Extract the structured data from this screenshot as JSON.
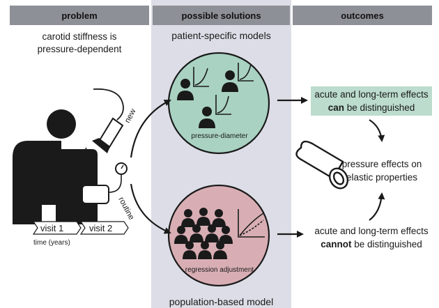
{
  "headers": {
    "problem": "problem",
    "solutions": "possible solutions",
    "outcomes": "outcomes"
  },
  "problem": {
    "line1": "carotid stiffness is",
    "line2": "pressure-dependent"
  },
  "solutions": {
    "patient_title": "patient-specific models",
    "patient_circle_label": "pressure-diameter",
    "population_title": "population-based model",
    "population_circle_label": "regression adjustment",
    "arrow_new": "new",
    "arrow_routine": "routine"
  },
  "timeline": {
    "visit1": "visit 1",
    "visit2": "visit 2",
    "time_label": "time (years)"
  },
  "outcomes": {
    "can_line1": "acute and long-term effects",
    "can_word": "can",
    "can_rest": " be distinguished",
    "pressure_line1": "pressure effects on",
    "pressure_line2": "elastic properties",
    "cannot_line1": "acute and long-term effects",
    "cannot_word": "cannot",
    "cannot_rest": " be distinguished"
  },
  "colors": {
    "header_bg": "#8e9097",
    "middle_panel": "#dcdde6",
    "patient_circle": "#a9d2c3",
    "population_circle": "#d8aeb4",
    "can_highlight": "#bcdccd",
    "figure": "#1a1a1a"
  }
}
